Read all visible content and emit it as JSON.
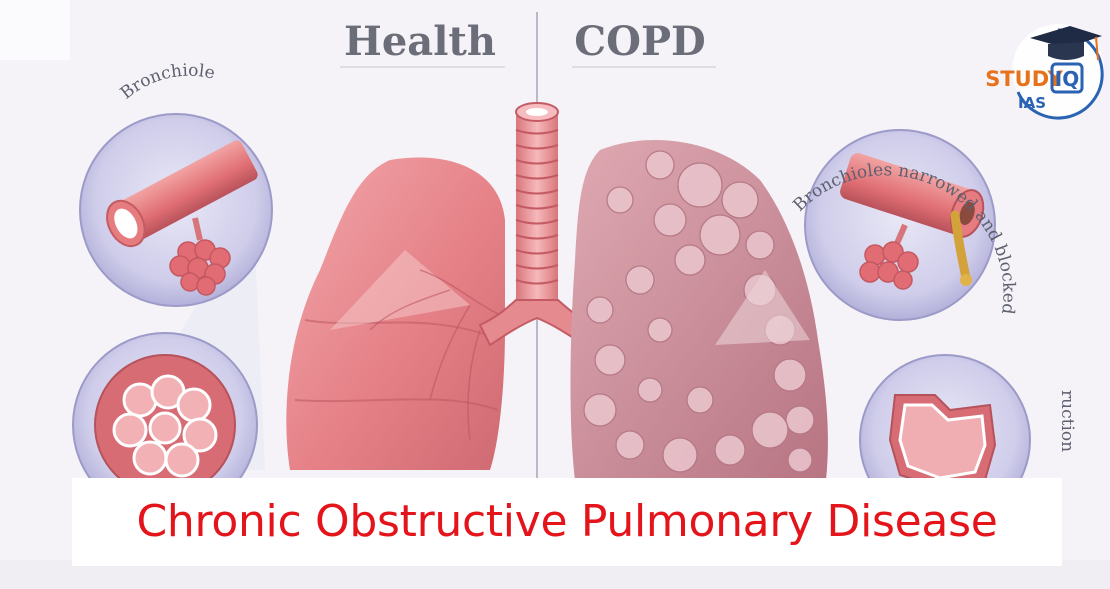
{
  "header": {
    "health_label": "Health",
    "copd_label": "COPD"
  },
  "callouts": {
    "left_top": "Bronchiole",
    "right_top": "Bronchioles narrowed and blocked with mucous",
    "right_bottom_partial": "ruction"
  },
  "logo": {
    "study": "STUDY",
    "iq": "IQ",
    "ias": "IAS"
  },
  "banner": {
    "title": "Chronic Obstructive Pulmonary Disease"
  },
  "colors": {
    "title_red": "#e4141b",
    "header_gray": "#6b6d78",
    "lung_pink": "#e9898f",
    "copd_lung": "#c8909c",
    "logo_orange": "#e8721c",
    "logo_blue": "#2a63b4"
  }
}
